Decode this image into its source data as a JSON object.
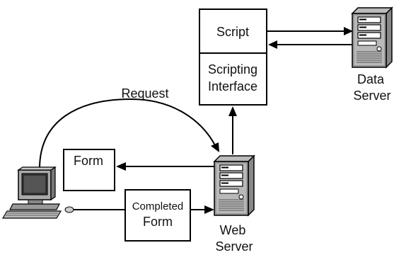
{
  "labels": {
    "script": "Script",
    "scripting_line1": "Scripting",
    "scripting_line2": "Interface",
    "request": "Request",
    "form": "Form",
    "completed_line1": "Completed",
    "completed_line2": "Form",
    "web_server_line1": "Web",
    "web_server_line2": "Server",
    "data_server_line1": "Data",
    "data_server_line2": "Server"
  },
  "icons": {
    "client": "desktop-computer-icon",
    "web_server": "server-tower-icon",
    "data_server": "server-tower-icon"
  }
}
